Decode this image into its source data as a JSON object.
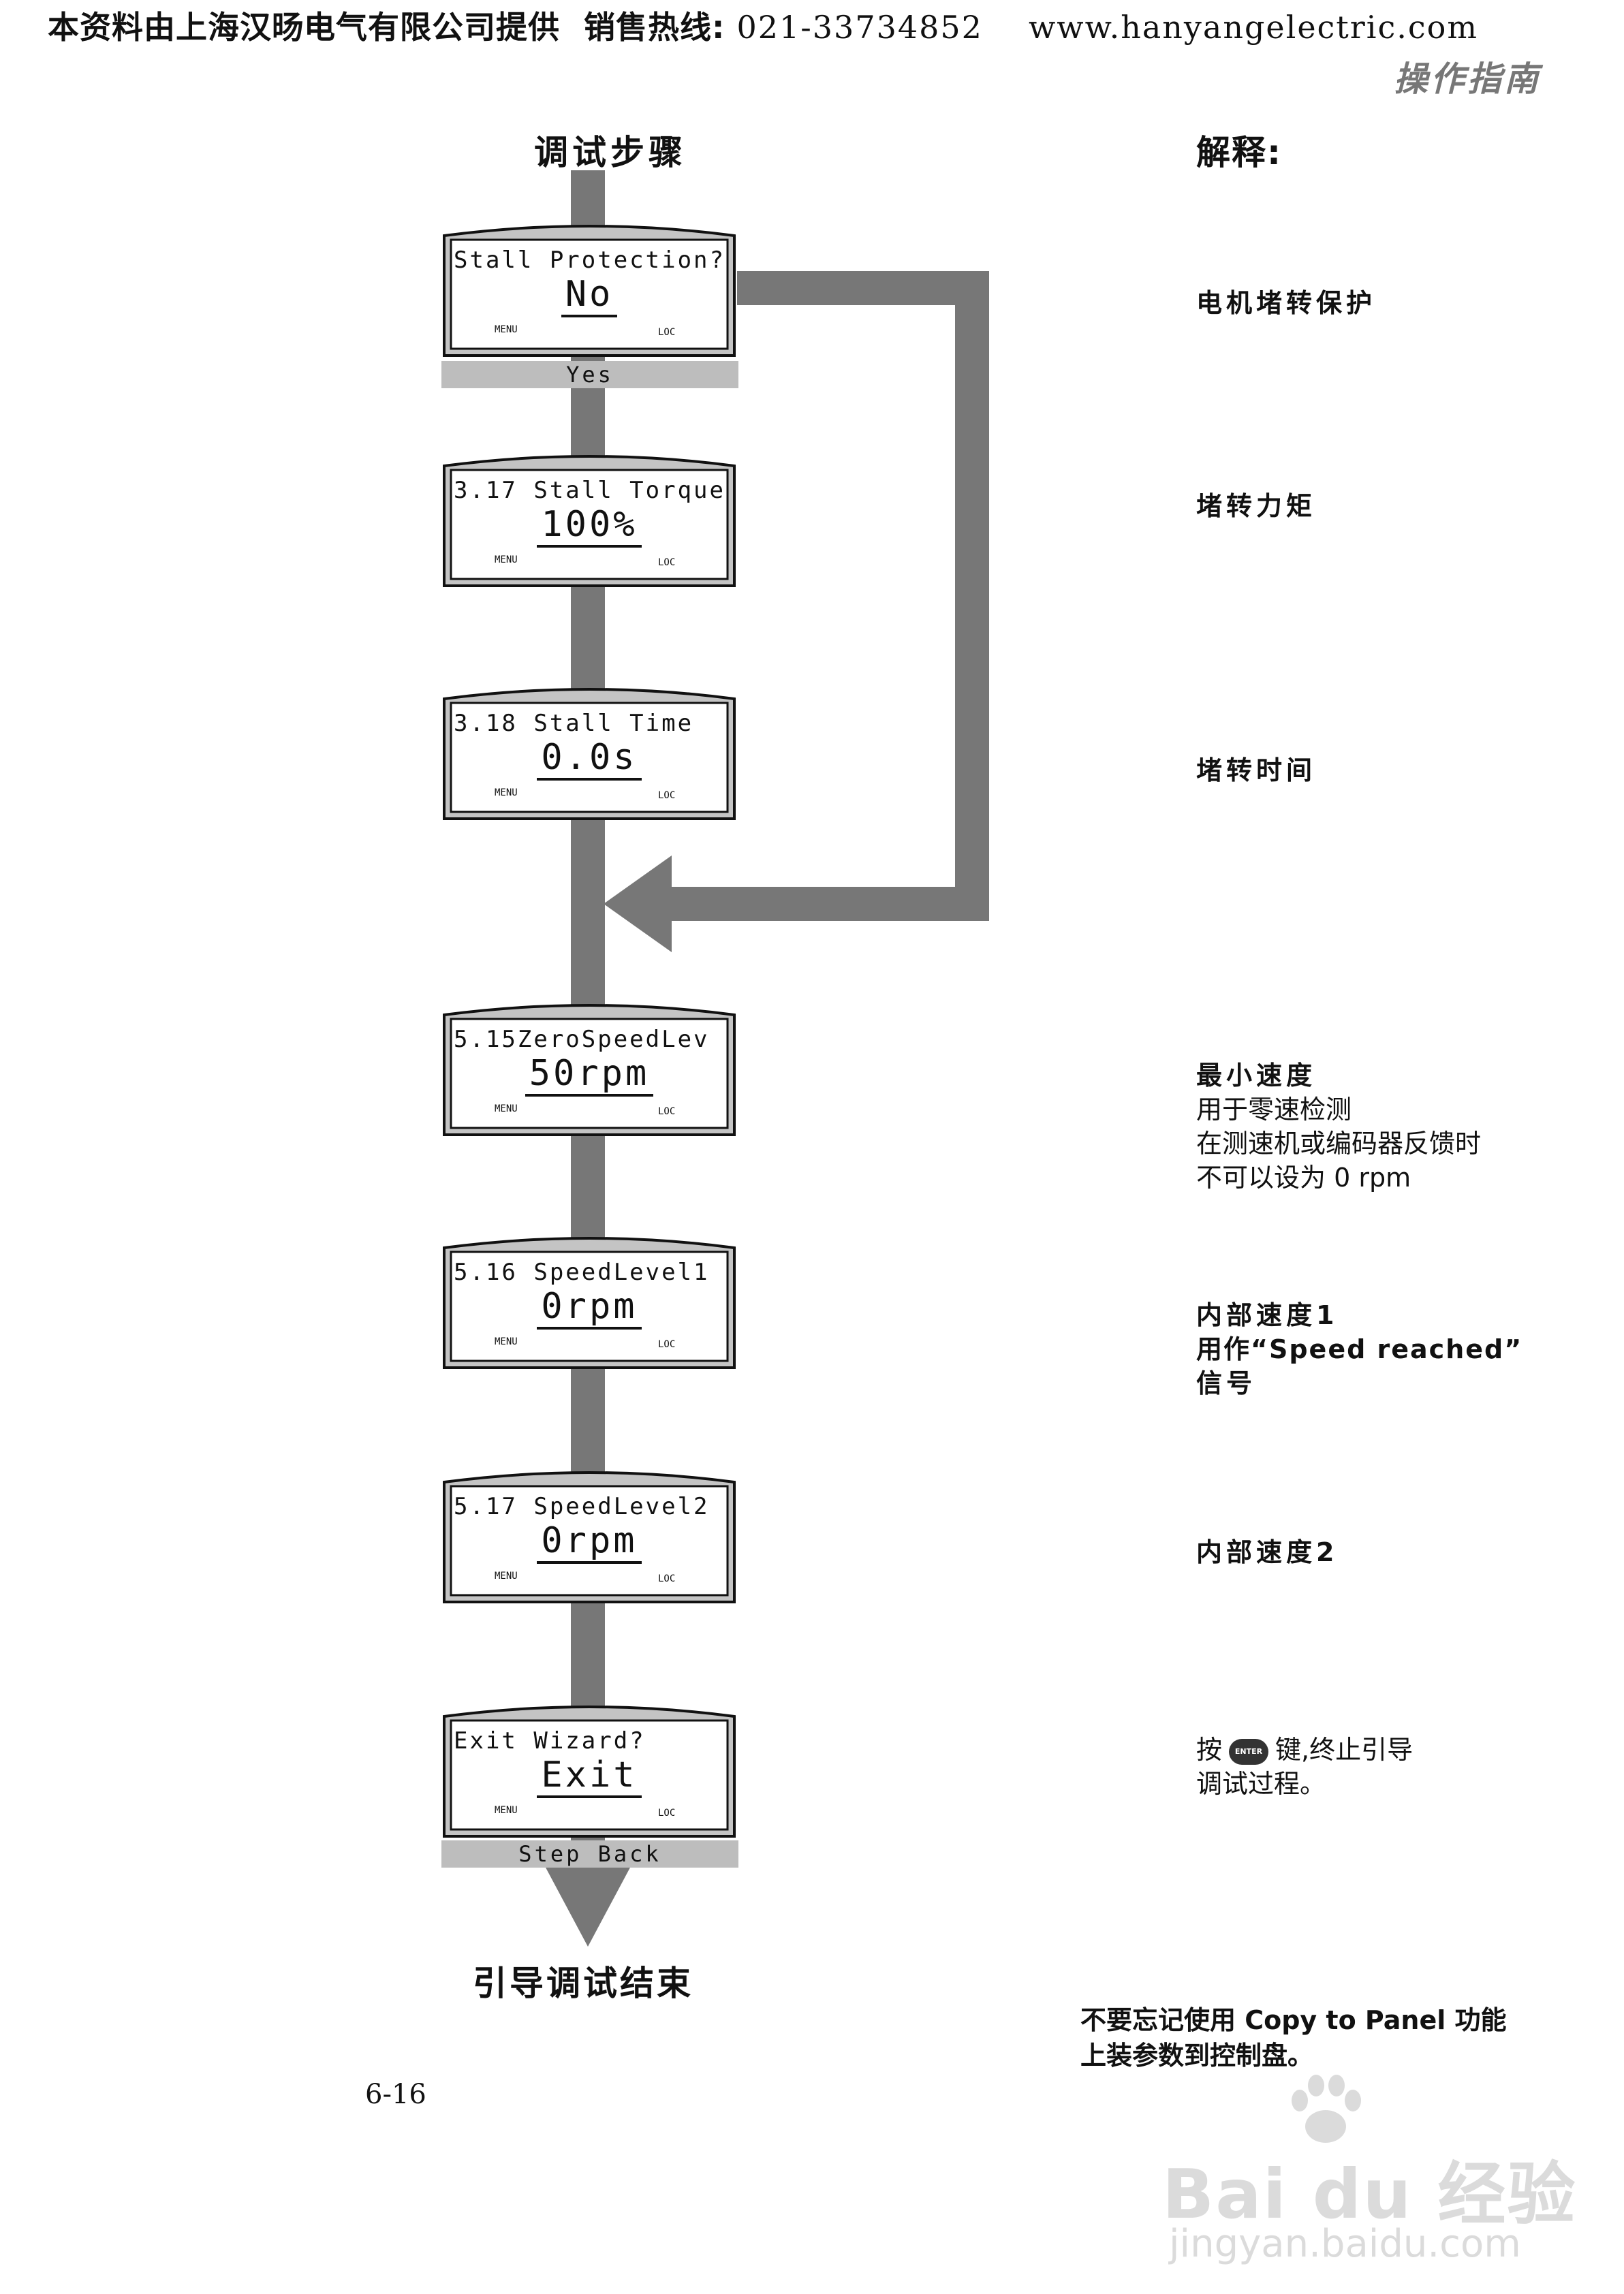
{
  "header": {
    "provider": "本资料由上海汉旸电气有限公司提供",
    "hotline_label": "销售热线:",
    "phone": "021-33734852",
    "website": "www.hanyangelectric.com",
    "section": "操作指南"
  },
  "columns": {
    "steps_title": "调试步骤",
    "explain_title": "解释:"
  },
  "screens": [
    {
      "line1": "Stall Protection?",
      "value": "No",
      "menu": "MENU",
      "loc": "LOC",
      "softkey": "Yes"
    },
    {
      "line1": "3.17 Stall Torque",
      "value": "100%",
      "menu": "MENU",
      "loc": "LOC"
    },
    {
      "line1": "3.18 Stall Time",
      "value": "0.0s",
      "menu": "MENU",
      "loc": "LOC"
    },
    {
      "line1": "5.15ZeroSpeedLev",
      "value": "50rpm",
      "menu": "MENU",
      "loc": "LOC"
    },
    {
      "line1": "5.16 SpeedLevel1",
      "value": "0rpm",
      "menu": "MENU",
      "loc": "LOC"
    },
    {
      "line1": "5.17 SpeedLevel2",
      "value": "0rpm",
      "menu": "MENU",
      "loc": "LOC"
    },
    {
      "line1": "Exit Wizard?",
      "value": "Exit",
      "menu": "MENU",
      "loc": "LOC",
      "softkey": "Step Back"
    }
  ],
  "notes": {
    "n1": "电机堵转保护",
    "n2": "堵转力矩",
    "n3": "堵转时间",
    "n4_title": "最小速度",
    "n4_l1": "用于零速检测",
    "n4_l2": "在测速机或编码器反馈时",
    "n4_l3": "不可以设为 0 rpm",
    "n5_title": "内部速度1",
    "n5_l1": "用作“Speed reached”",
    "n5_l2": "信号",
    "n6": "内部速度2",
    "n7_pre": "按",
    "enter_key": "ENTER",
    "n7_post": "键,终止引导",
    "n7_l2": "调试过程。"
  },
  "end_label": "引导调试结束",
  "footer_note": {
    "l1": "不要忘记使用 Copy to Panel 功能",
    "l2": "上装参数到控制盘。"
  },
  "page_number": "6-16",
  "watermark": {
    "brand": "Bai du 经验",
    "url": "jingyan.baidu.com"
  }
}
